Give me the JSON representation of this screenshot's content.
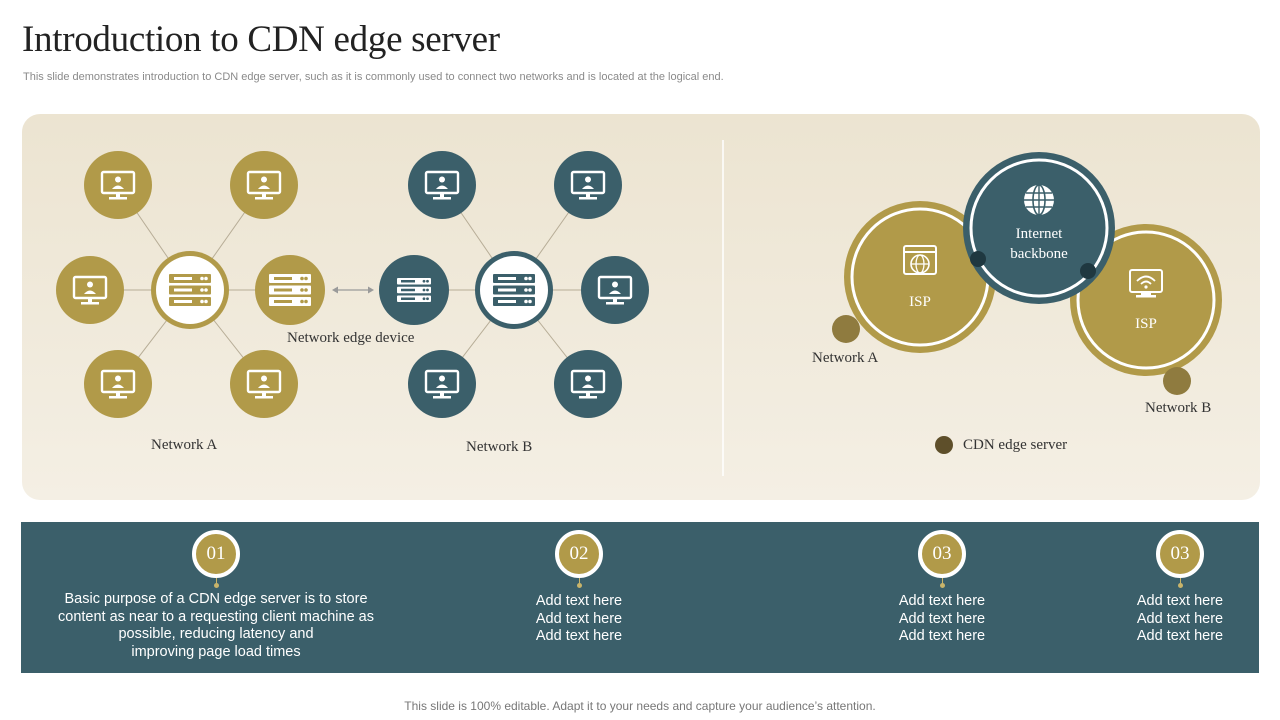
{
  "header": {
    "title": "Introduction to CDN edge server",
    "subtitle": "This slide demonstrates introduction to CDN edge server, such as it is commonly used to connect two networks and is located at the logical end."
  },
  "diagram": {
    "network_a_label": "Network A",
    "network_b_label": "Network B",
    "edge_device_label": "Network edge device",
    "internet_backbone_label": "Internet backbone",
    "isp_left_label": "ISP",
    "isp_right_label": "ISP",
    "right_network_a_label": "Network A",
    "right_network_b_label": "Network B",
    "cdn_edge_server_label": "CDN edge server",
    "icons": [
      "monitor-user-icon",
      "server-icon",
      "globe-icon",
      "wifi-monitor-icon"
    ]
  },
  "steps": [
    {
      "number": "01",
      "text": "Basic purpose of a CDN edge server is to store\ncontent as near to a requesting client machine as\npossible, reducing latency and\nimproving page load times"
    },
    {
      "number": "02",
      "text": "Add text here\nAdd text here\nAdd text here"
    },
    {
      "number": "03",
      "text": "Add text here\nAdd text here\nAdd text here"
    },
    {
      "number": "03",
      "text": "Add text here\nAdd text here\nAdd text here"
    }
  ],
  "footer": {
    "text": "This slide is 100% editable. Adapt it to your needs and capture your audience’s attention."
  },
  "colors": {
    "gold": "#b19a49",
    "teal": "#3b5f6a",
    "panel": "#ece4d1",
    "dark_dot": "#5e4f2a"
  }
}
